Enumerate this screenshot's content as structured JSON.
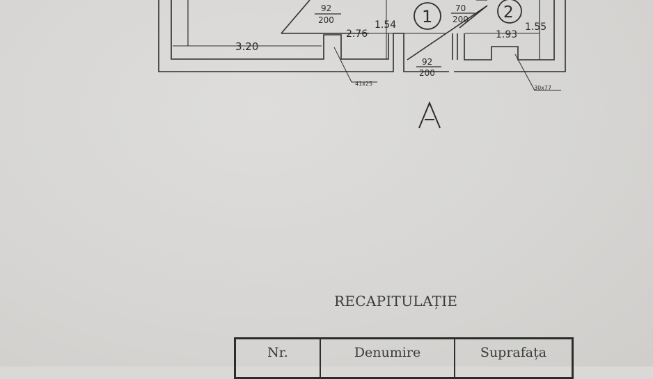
{
  "floor_plan": {
    "dimensions": [
      "3.20",
      "2.76",
      "1.54",
      "1.93",
      "1.55"
    ],
    "openings": {
      "window_1": {
        "top": "92",
        "bottom": "200"
      },
      "door_1": {
        "top": "70",
        "bottom": "200"
      },
      "door_2": {
        "top": "92",
        "bottom": "200"
      }
    },
    "room_numbers": [
      "1",
      "2"
    ],
    "small_labels": [
      "41x25",
      "30x77"
    ]
  },
  "recap": {
    "title": "RECAPITULAȚIE",
    "columns": [
      "Nr.",
      "Denumire",
      "Suprafața"
    ]
  }
}
